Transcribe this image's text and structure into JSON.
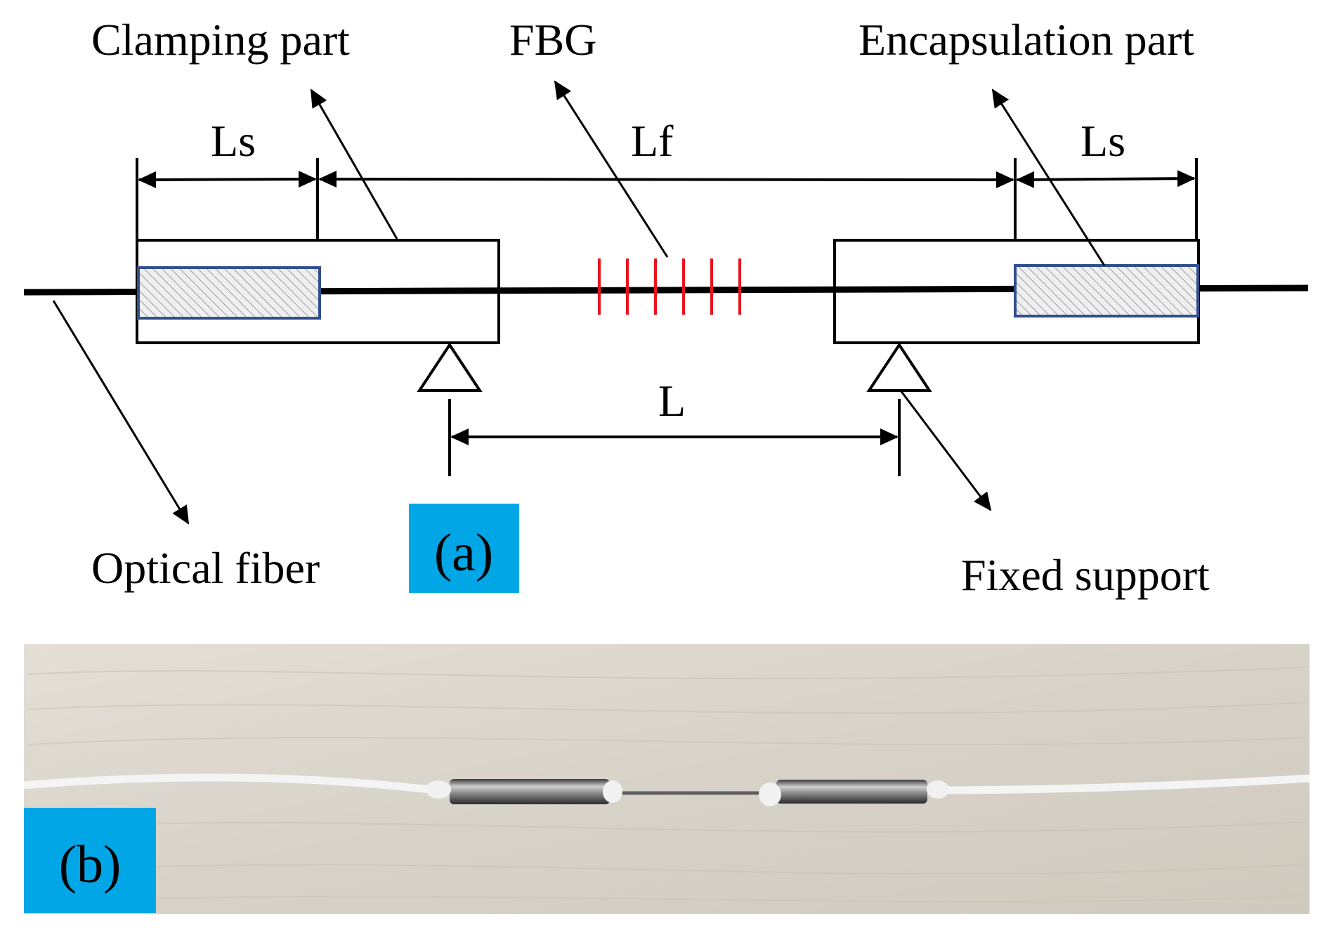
{
  "labels": {
    "clamping_part": "Clamping part",
    "fbg": "FBG",
    "encapsulation_part": "Encapsulation part",
    "ls_left": "Ls",
    "lf": "Lf",
    "ls_right": "Ls",
    "l": "L",
    "optical_fiber": "Optical fiber",
    "fixed_support": "Fixed support"
  },
  "panels": {
    "a": "(a)",
    "b": "(b)"
  },
  "colors": {
    "panel_badge": "#00a6e6",
    "grating_marks": "#e8141e",
    "encapsulant_border": "#2f4f8f",
    "fiber": "#000000"
  }
}
